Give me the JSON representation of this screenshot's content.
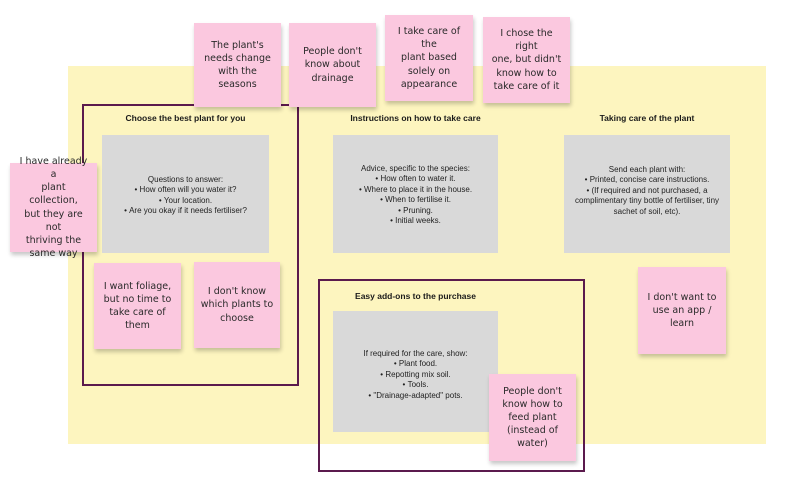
{
  "board": {
    "columns": [
      {
        "heading": "Choose the best plant for you",
        "card_lead": "Questions to answer:",
        "card_items": [
          "How often will you water it?",
          "Your location.",
          "Are you okay if it needs fertiliser?"
        ]
      },
      {
        "heading": "Instructions on how to take care",
        "card_lead": "Advice, specific to the species:",
        "card_items": [
          "How often to water it.",
          "Where to place it in the house.",
          "When to fertilise it.",
          "Pruning.",
          "Initial weeks."
        ]
      },
      {
        "heading": "Taking care of the plant",
        "card_lead": "Send each plant with:",
        "card_items": [
          "Printed, concise care instructions.",
          "(If required and not purchased, a complimentary tiny bottle of fertiliser, tiny sachet of soil, etc)."
        ]
      }
    ],
    "addons": {
      "heading": "Easy add-ons to the purchase",
      "card_lead": "If required for the care, show:",
      "card_items": [
        "Plant food.",
        "Repotting mix soil.",
        "Tools.",
        "\"Drainage-adapted\" pots."
      ]
    }
  },
  "stickies": [
    {
      "id": "seasons",
      "lines": [
        "The plant's",
        "needs change",
        "with the seasons"
      ]
    },
    {
      "id": "drainage",
      "lines": [
        "People don't",
        "know about",
        "drainage"
      ]
    },
    {
      "id": "appearance",
      "lines": [
        "I take care of the",
        "plant based",
        "solely on",
        "appearance"
      ]
    },
    {
      "id": "right-one",
      "lines": [
        "I chose the right",
        "one, but didn't",
        "know how to",
        "take care of it"
      ]
    },
    {
      "id": "collection",
      "lines": [
        "I have already a",
        "plant collection,",
        "but they are not",
        "thriving the",
        "same way"
      ]
    },
    {
      "id": "foliage",
      "lines": [
        "I want foliage,",
        "but no time to",
        "take care of",
        "them"
      ]
    },
    {
      "id": "which-plants",
      "lines": [
        "I don't know",
        "which plants to",
        "choose"
      ]
    },
    {
      "id": "no-app",
      "lines": [
        "I don't want to",
        "use an app /",
        "learn"
      ]
    },
    {
      "id": "feed-plant",
      "lines": [
        "People don't",
        "know how to",
        "feed plant",
        "(instead of",
        "water)"
      ]
    }
  ],
  "colors": {
    "board": "#fdf5bf",
    "sticky": "#fbc8df",
    "card": "#d9d9d9",
    "frame": "#5b1a4d"
  }
}
